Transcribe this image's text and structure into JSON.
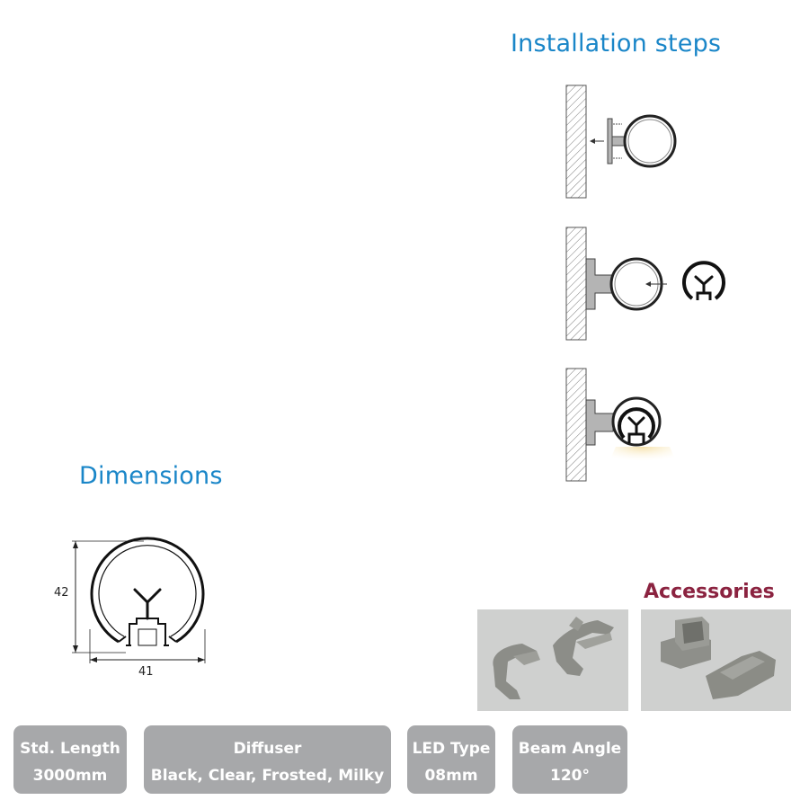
{
  "installation": {
    "title": "Installation steps"
  },
  "dimensions": {
    "title": "Dimensions",
    "height_label": "42",
    "width_label": "41"
  },
  "accessories": {
    "title": "Accessories"
  },
  "specs": [
    {
      "label": "Std. Length",
      "value": "3000mm"
    },
    {
      "label": "Diffuser",
      "value": "Black, Clear, Frosted, Milky"
    },
    {
      "label": "LED Type",
      "value": "08mm"
    },
    {
      "label": "Beam Angle",
      "value": "120°"
    }
  ],
  "colors": {
    "heading_blue": "#1a86c8",
    "accessories_red": "#8b2340",
    "spec_box_gray": "#a7a8aa",
    "profile_gray": "#b4b4b4"
  }
}
